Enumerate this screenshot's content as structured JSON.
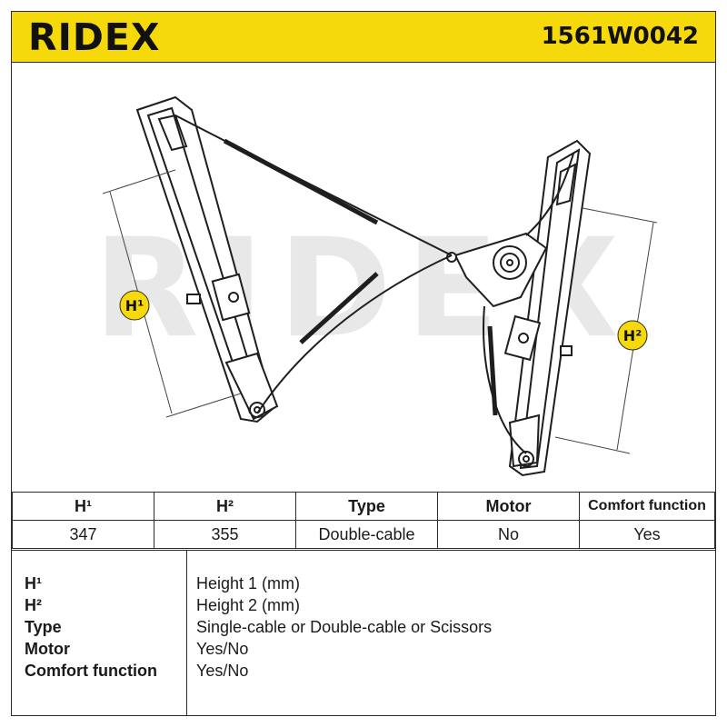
{
  "header": {
    "brand": "RIDEX",
    "part_number": "1561W0042"
  },
  "diagram": {
    "watermark": "RIDEX",
    "badge_h1": "H¹",
    "badge_h2": "H²"
  },
  "specs_table": {
    "headers": [
      "H¹",
      "H²",
      "Type",
      "Motor",
      "Comfort function"
    ],
    "values": [
      "347",
      "355",
      "Double-cable",
      "No",
      "Yes"
    ]
  },
  "legend": [
    {
      "key": "H¹",
      "value": "Height 1 (mm)"
    },
    {
      "key": "H²",
      "value": "Height 2 (mm)"
    },
    {
      "key": "Type",
      "value": "Single-cable or Double-cable or Scissors"
    },
    {
      "key": "Motor",
      "value": "Yes/No"
    },
    {
      "key": "Comfort function",
      "value": "Yes/No"
    }
  ],
  "colors": {
    "brand_yellow": "#f5d90a",
    "line": "#2a2a2a",
    "watermark": "#e6e6e6"
  }
}
